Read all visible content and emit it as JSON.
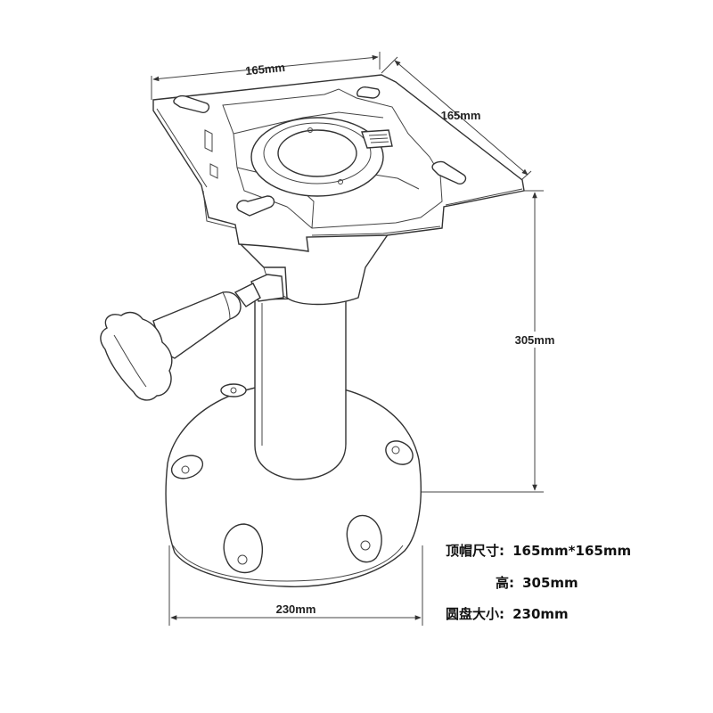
{
  "dimensions": {
    "top_width": "165mm",
    "top_depth": "165mm",
    "height": "305mm",
    "base_diameter": "230mm"
  },
  "specs": [
    {
      "label": "顶帽尺寸:",
      "value": "165mm*165mm"
    },
    {
      "label": "高:",
      "value": "305mm"
    },
    {
      "label": "圆盘大小:",
      "value": "230mm"
    }
  ]
}
